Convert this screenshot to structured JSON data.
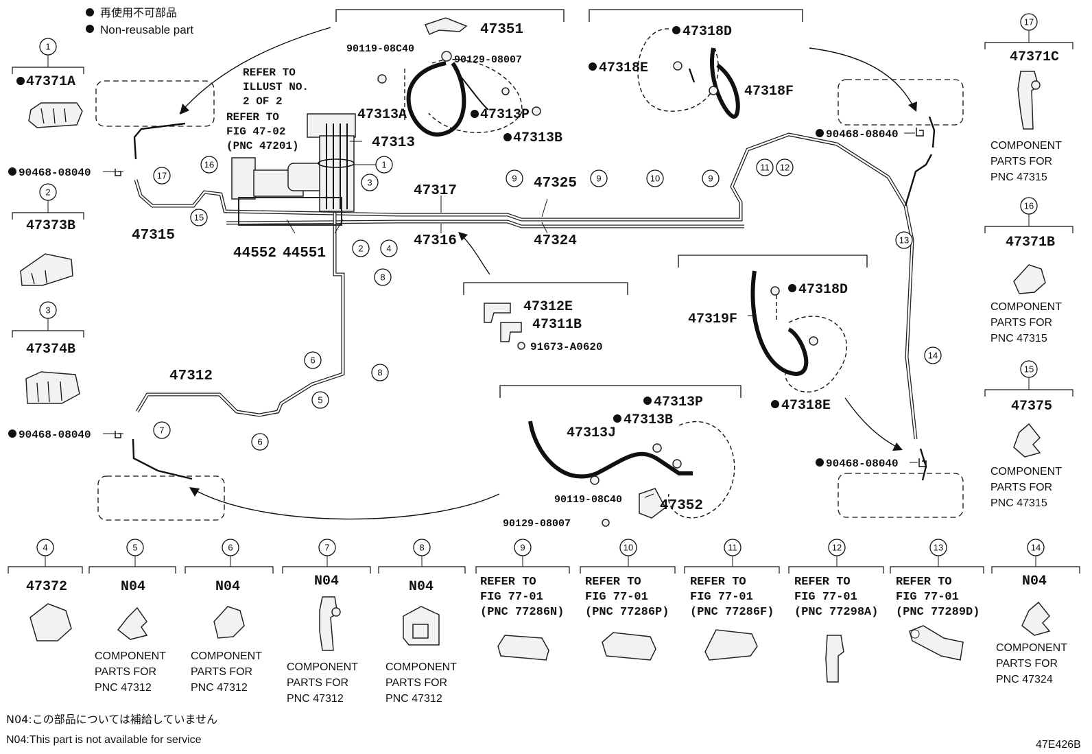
{
  "legend": {
    "non_reusable_ja": "再使用不可部品",
    "non_reusable_en": "Non-reusable part"
  },
  "footnotes": {
    "n04_ja": "N04:この部品については補給していません",
    "n04_en": "N04:This part is not available for service"
  },
  "figure_id": "47E426B",
  "refer_notes": {
    "illust_1": "REFER TO",
    "illust_2": "ILLUST NO.",
    "illust_3": "2 OF 2",
    "fig_1": "REFER TO",
    "fig_2": "FIG 47-02",
    "fig_3": "(PNC 47201)"
  },
  "callouts": [
    "1",
    "2",
    "3",
    "4",
    "5",
    "6",
    "7",
    "8",
    "9",
    "10",
    "11",
    "12",
    "13",
    "14",
    "15",
    "16",
    "17"
  ],
  "main_labels": {
    "p47351": "47351",
    "p90119_08C40_a": "90119-08C40",
    "p90129_08007_a": "90129-08007",
    "p47313A": "47313A",
    "p47313P_a": "47313P",
    "p47313B_a": "47313B",
    "p47313": "47313",
    "p47318D_a": "47318D",
    "p47318E_a": "47318E",
    "p47318F": "47318F",
    "p90468_a": "90468-08040",
    "p90468_b": "90468-08040",
    "p90468_c": "90468-08040",
    "p90468_d": "90468-08040",
    "p47315": "47315",
    "p44552": "44552",
    "p44551": "44551",
    "p47317": "47317",
    "p47316": "47316",
    "p47325": "47325",
    "p47324": "47324",
    "p47312E": "47312E",
    "p47311B": "47311B",
    "p91673": "91673-A0620",
    "p47318D_b": "47318D",
    "p47319F": "47319F",
    "p47318E_b": "47318E",
    "p47312": "47312",
    "p47313P_b": "47313P",
    "p47313B_b": "47313B",
    "p47313J": "47313J",
    "p90119_08C40_b": "90119-08C40",
    "p47352": "47352",
    "p90129_08007_b": "90129-08007"
  },
  "side_panels": [
    {
      "num": "1",
      "part": "47371A",
      "nonreusable": true,
      "caption": []
    },
    {
      "num": "2",
      "part": "47373B",
      "nonreusable": false,
      "caption": []
    },
    {
      "num": "3",
      "part": "47374B",
      "nonreusable": false,
      "caption": []
    },
    {
      "num": "17",
      "part": "47371C",
      "nonreusable": false,
      "caption": [
        "COMPONENT",
        "PARTS FOR",
        "PNC 47315"
      ]
    },
    {
      "num": "16",
      "part": "47371B",
      "nonreusable": false,
      "caption": [
        "COMPONENT",
        "PARTS FOR",
        "PNC 47315"
      ]
    },
    {
      "num": "15",
      "part": "47375",
      "nonreusable": false,
      "caption": [
        "COMPONENT",
        "PARTS FOR",
        "PNC 47315"
      ]
    }
  ],
  "bottom_panels": [
    {
      "num": "4",
      "lines": [
        "47372"
      ],
      "caption": []
    },
    {
      "num": "5",
      "lines": [
        "N04"
      ],
      "caption": [
        "COMPONENT",
        "PARTS FOR",
        "PNC 47312"
      ]
    },
    {
      "num": "6",
      "lines": [
        "N04"
      ],
      "caption": [
        "COMPONENT",
        "PARTS FOR",
        "PNC 47312"
      ]
    },
    {
      "num": "7",
      "lines": [
        "N04"
      ],
      "caption": [
        "COMPONENT",
        "PARTS FOR",
        "PNC 47312"
      ]
    },
    {
      "num": "8",
      "lines": [
        "N04"
      ],
      "caption": [
        "COMPONENT",
        "PARTS FOR",
        "PNC 47312"
      ]
    },
    {
      "num": "9",
      "lines": [
        "REFER TO",
        "FIG 77-01",
        "(PNC 77286N)"
      ],
      "caption": []
    },
    {
      "num": "10",
      "lines": [
        "REFER TO",
        "FIG 77-01",
        "(PNC 77286P)"
      ],
      "caption": []
    },
    {
      "num": "11",
      "lines": [
        "REFER TO",
        "FIG 77-01",
        "(PNC 77286F)"
      ],
      "caption": []
    },
    {
      "num": "12",
      "lines": [
        "REFER TO",
        "FIG 77-01",
        "(PNC 77298A)"
      ],
      "caption": []
    },
    {
      "num": "13",
      "lines": [
        "REFER TO",
        "FIG 77-01",
        "(PNC 77289D)"
      ],
      "caption": []
    },
    {
      "num": "14",
      "lines": [
        "N04"
      ],
      "caption": [
        "COMPONENT",
        "PARTS FOR",
        "PNC 47324"
      ]
    }
  ]
}
